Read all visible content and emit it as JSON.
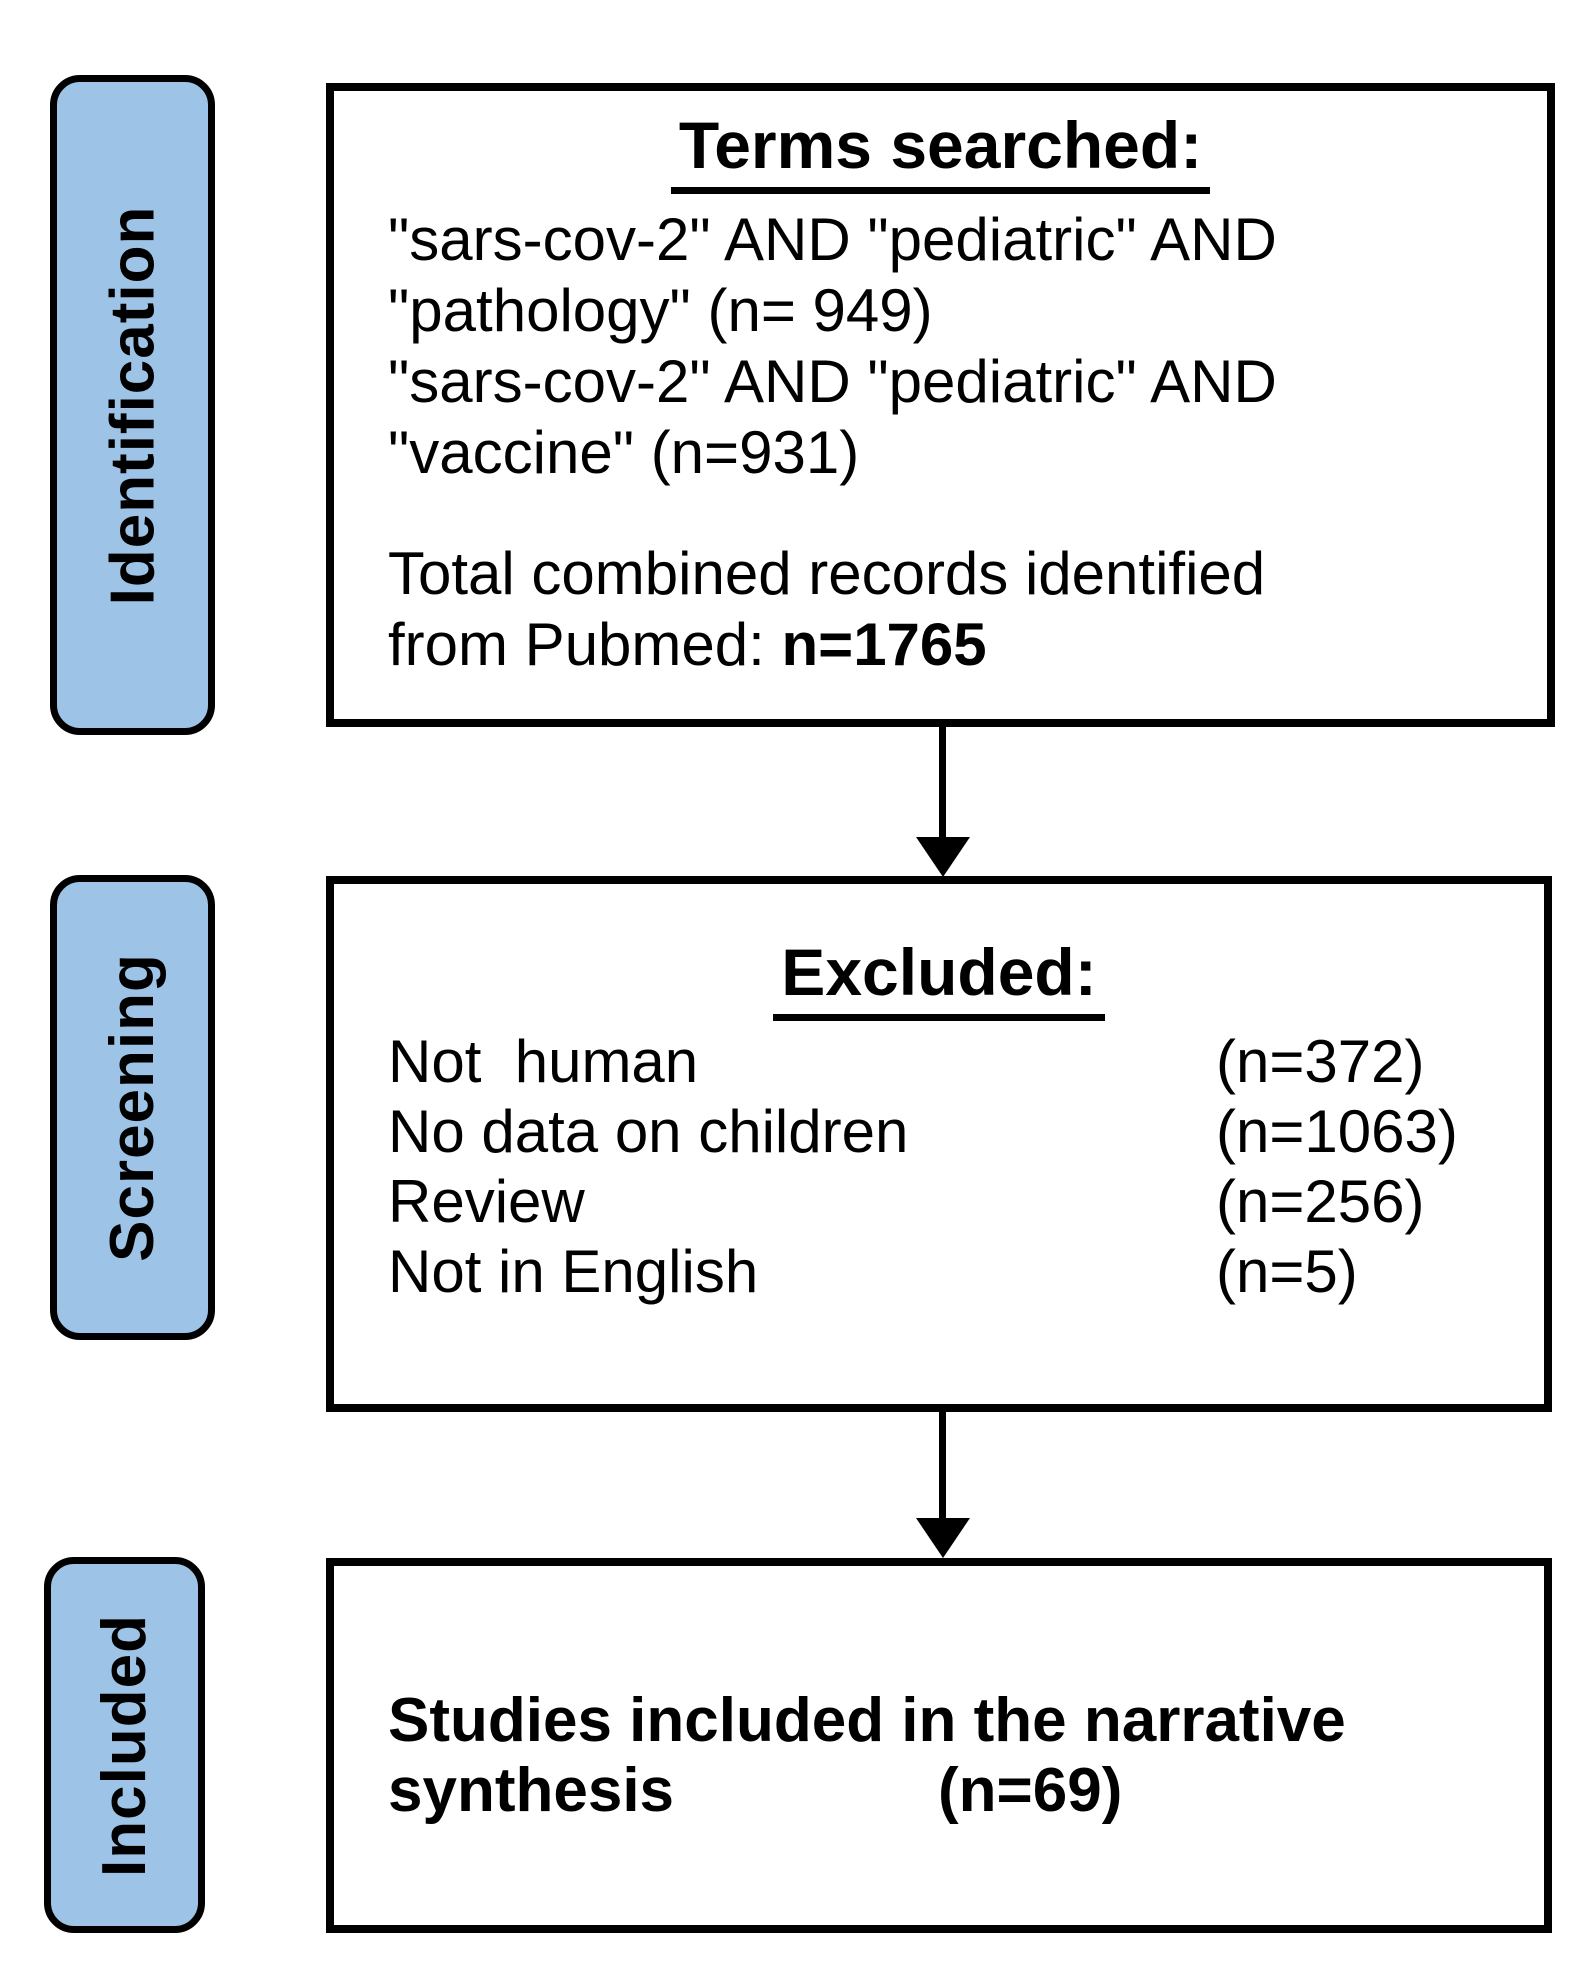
{
  "stages": [
    {
      "label": "Identification"
    },
    {
      "label": "Screening"
    },
    {
      "label": "Included"
    }
  ],
  "identification_box": {
    "title": "Terms searched:",
    "search_lines": [
      "\"sars-cov-2\" AND \"pediatric\" AND",
      "\"pathology\" (n= 949)",
      "\"sars-cov-2\" AND \"pediatric\" AND",
      "\"vaccine\" (n=931)"
    ],
    "total_line1": "Total combined records identified",
    "total_line2_prefix": "from Pubmed: ",
    "total_line2_value": "n=1765"
  },
  "screening_box": {
    "title": "Excluded:",
    "rows": [
      {
        "label": "Not  human",
        "count": "(n=372)"
      },
      {
        "label": "No data on children",
        "count": "(n=1063)"
      },
      {
        "label": "Review",
        "count": "(n=256)"
      },
      {
        "label": "Not in English",
        "count": "(n=5)"
      }
    ]
  },
  "included_box": {
    "line1": "Studies included in the narrative",
    "line2_label": "synthesis",
    "line2_count": "(n=69)"
  },
  "colors": {
    "stage_fill": "#9DC3E6",
    "border": "#000000",
    "background": "#FFFFFF"
  }
}
